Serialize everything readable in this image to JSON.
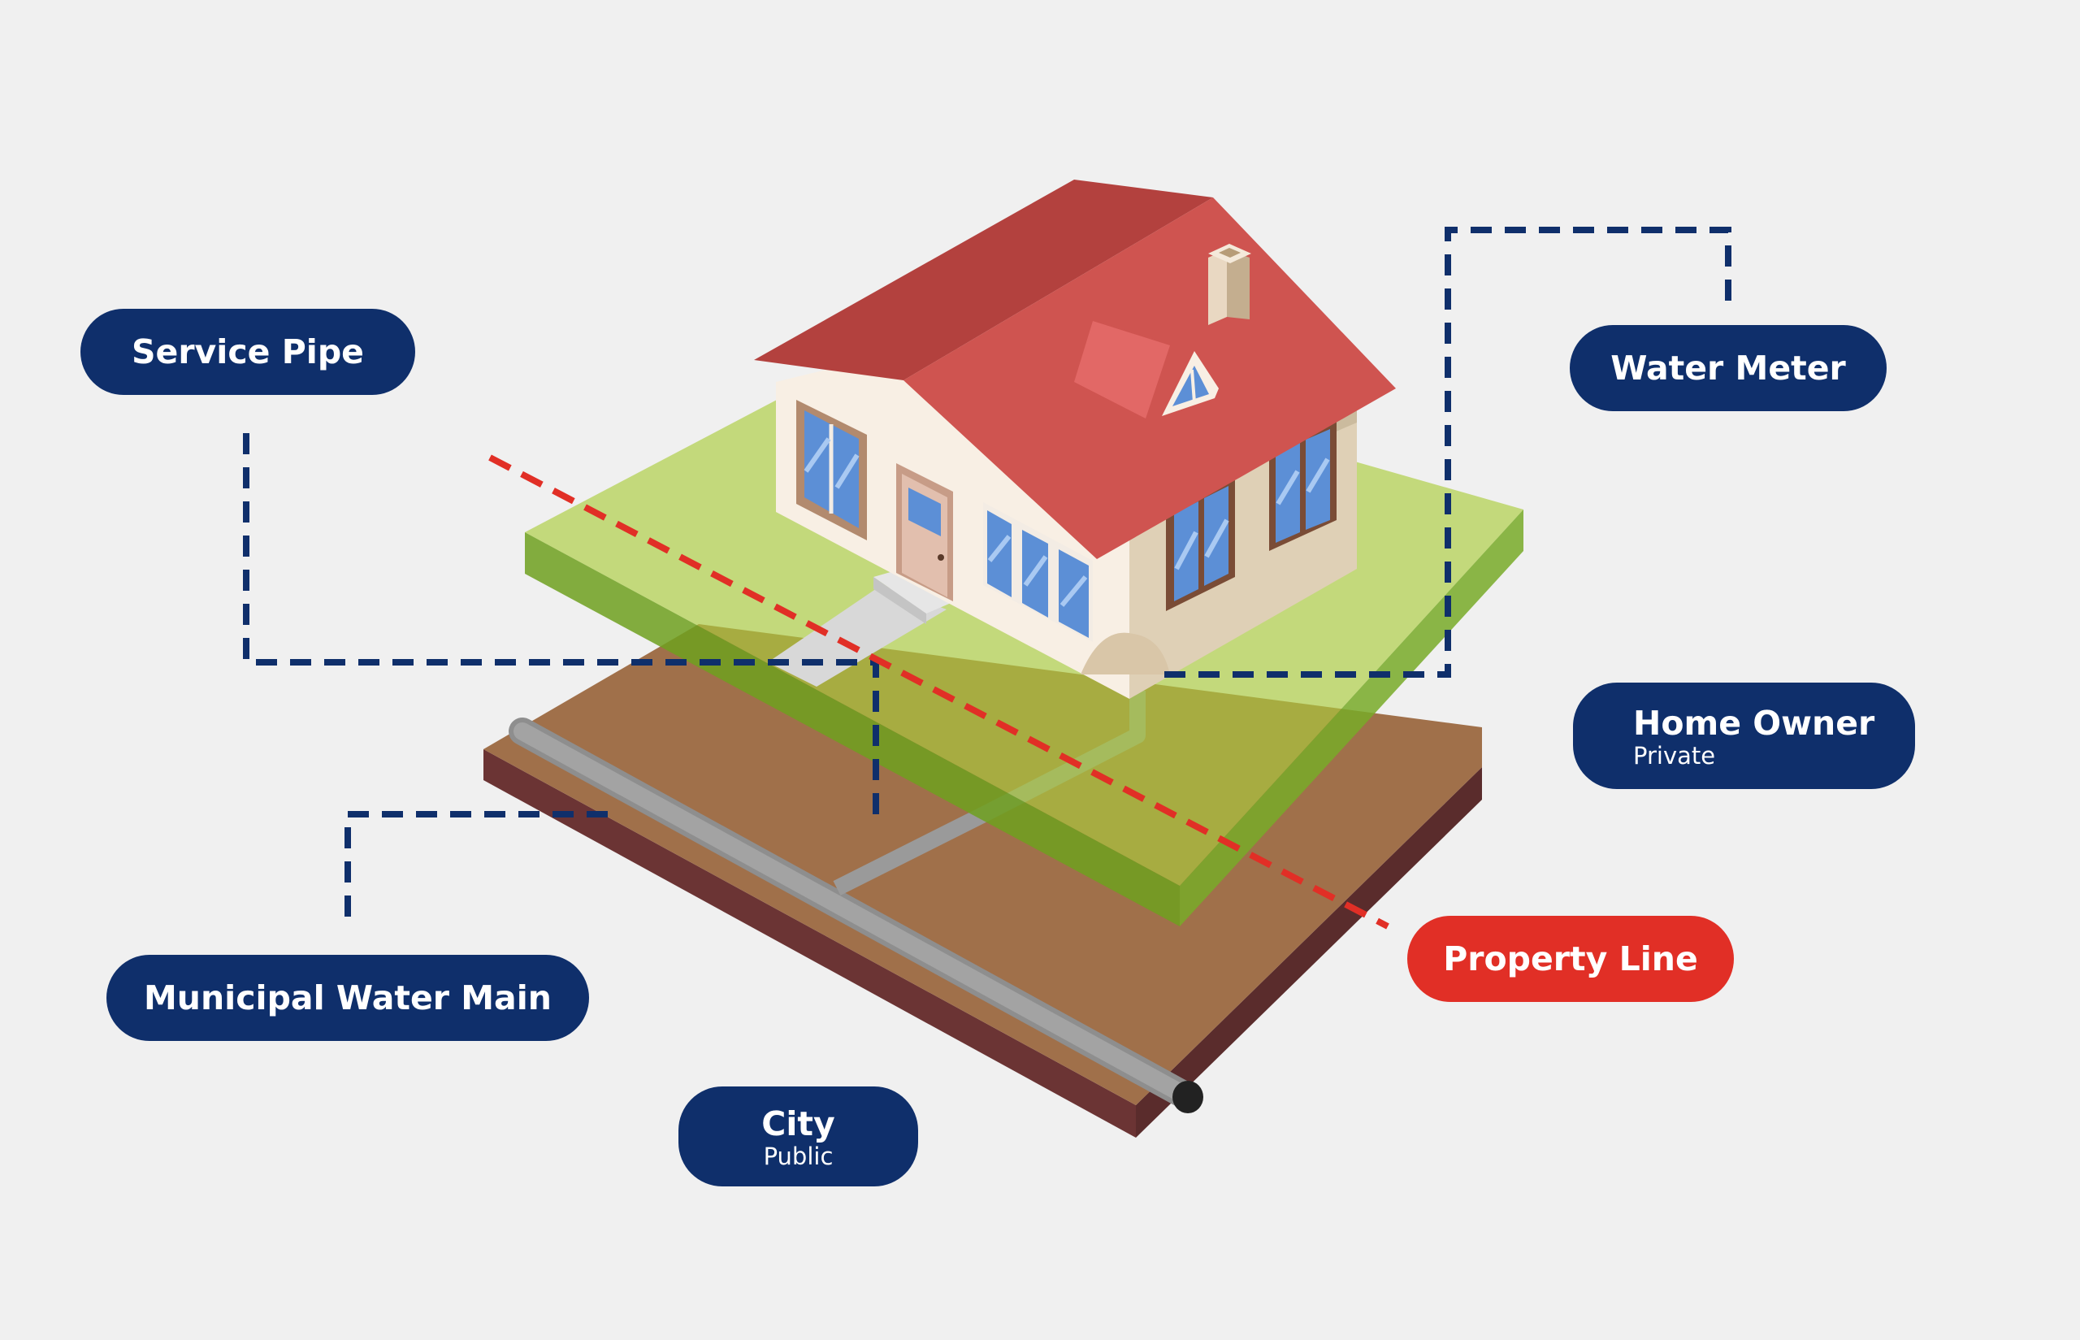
{
  "labels": {
    "service_pipe": {
      "title": "Service Pipe"
    },
    "water_meter": {
      "title": "Water Meter"
    },
    "home_owner": {
      "title": "Home Owner",
      "subtitle": "Private"
    },
    "property_line": {
      "title": "Property Line"
    },
    "municipal_water_main": {
      "title": "Municipal Water Main"
    },
    "city": {
      "title": "City",
      "subtitle": "Public"
    }
  },
  "colors": {
    "background": "#f0f0f0",
    "navy": "#0f2f6b",
    "property_line_red": "#e12f26",
    "roof": "#cf5450",
    "roof_dark": "#b3413e",
    "lawn": "#c2d67a",
    "lawn_edge": "#8db443",
    "soil": "#a0704a",
    "soil_edge": "#6b3434",
    "pipe": "#9a9a9a",
    "house_wall": "#f8efe4",
    "window_glass": "#5c8fd6"
  }
}
